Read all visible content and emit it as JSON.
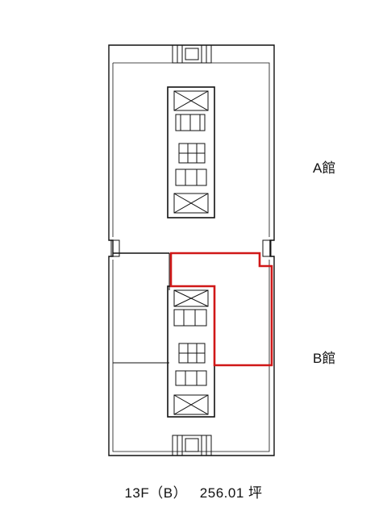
{
  "building": {
    "wing_a_label": "A館",
    "wing_b_label": "B館"
  },
  "caption": {
    "floor": "13F（B）",
    "area": "256.01 坪"
  },
  "colors": {
    "lines": "#111111",
    "highlight": "#d01818",
    "background": "#ffffff"
  }
}
